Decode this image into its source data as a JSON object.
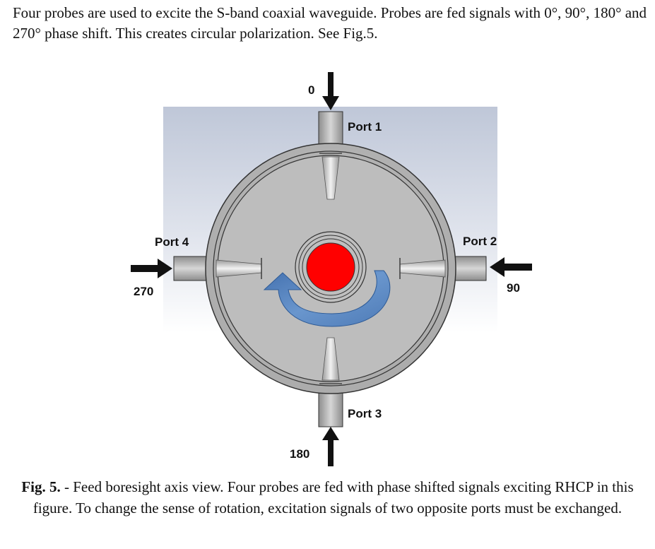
{
  "intro_text": "Four probes are used to excite the S-band coaxial waveguide.  Probes are fed signals with 0°, 90°, 180° and 270° phase shift.  This creates circular polarization.  See Fig.5.",
  "figure": {
    "ports": [
      {
        "label": "Port 1",
        "phase": "0"
      },
      {
        "label": "Port 2",
        "phase": "90"
      },
      {
        "label": "Port 3",
        "phase": "180"
      },
      {
        "label": "Port 4",
        "phase": "270"
      }
    ],
    "colors": {
      "background": "#c3cad9",
      "body": "#b7b7b7",
      "center_conductor": "#ff0000",
      "rotation_arrow": "#4a7fc0",
      "feed_arrow": "#111111"
    }
  },
  "caption": {
    "label": "Fig. 5.",
    "text": " - Feed boresight axis view.  Four probes are fed with phase shifted signals exciting RHCP in this figure.  To change the sense of rotation, excitation signals of two opposite ports must be exchanged."
  }
}
